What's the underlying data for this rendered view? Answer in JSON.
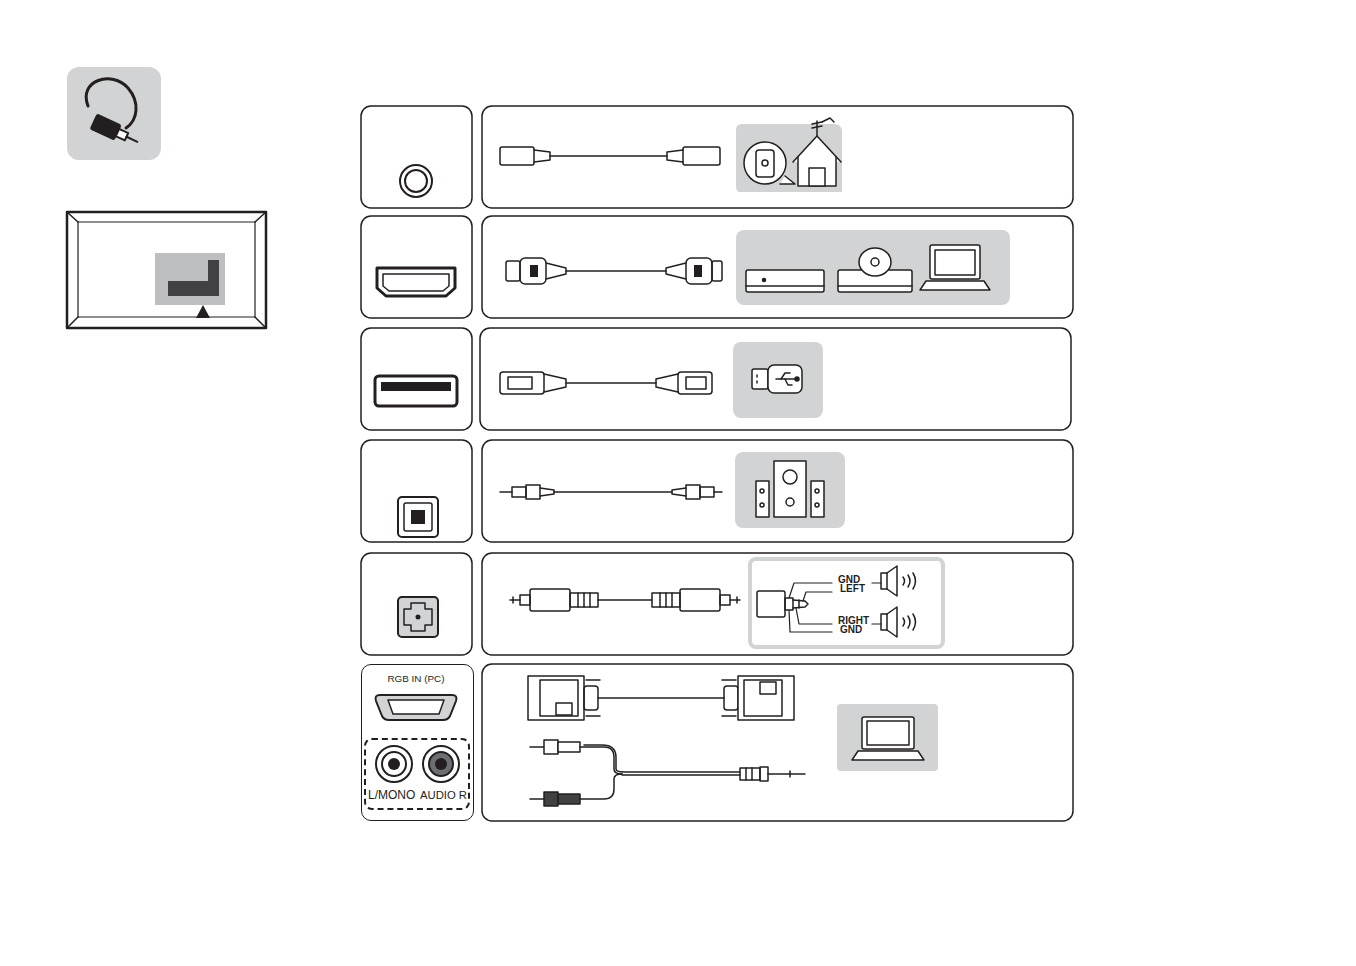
{
  "diagram": {
    "nodes": [
      {
        "text": [
          "RGB IN (PC)"
        ]
      },
      {
        "text": [
          "L/MONO",
          "AUDIO R"
        ],
        "in": 0
      },
      {
        "text": [
          "GND",
          "LEFT",
          "RIGHT",
          "GND"
        ]
      }
    ]
  }
}
